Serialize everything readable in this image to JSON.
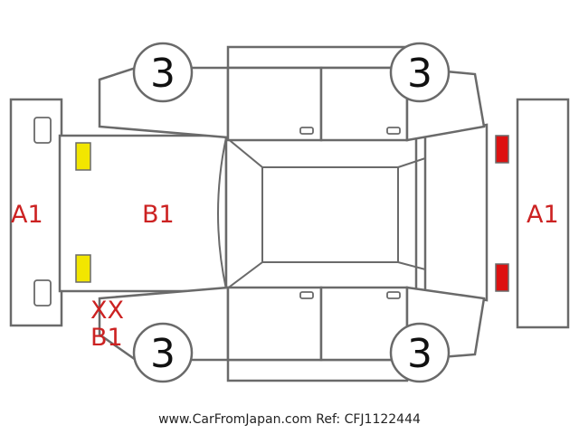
{
  "diagram": {
    "type": "vehicle-condition-map",
    "wheel_labels": [
      "3",
      "3",
      "3",
      "3"
    ],
    "damage_codes": {
      "left_panel": "A1",
      "hood": "B1",
      "right_panel": "A1",
      "front_corner_marks": "XX",
      "front_corner_code": "B1"
    },
    "marker_colors": {
      "headlights": "#f2e600",
      "taillights": "#dd1111"
    },
    "watermark": "www.CarFromJapan.com Ref: CFJ1122444"
  }
}
